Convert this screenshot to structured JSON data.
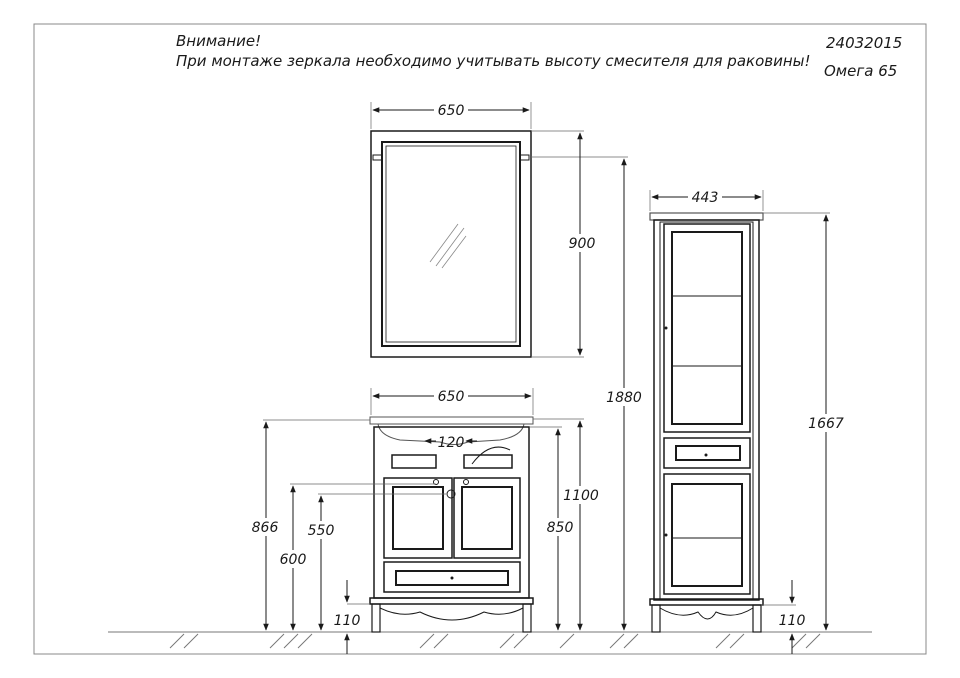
{
  "header": {
    "warning_title": "Внимание!",
    "warning_text": "При монтаже зеркала необходимо учитывать высоту смесителя для раковины!",
    "doc_number": "24032015",
    "model_name": "Омега  65"
  },
  "dimensions": {
    "mirror_width": "650",
    "mirror_height": "900",
    "vanity_width": "650",
    "faucet_spacing": "120",
    "mirror_top_height": "1880",
    "vanity_top_height": "1100",
    "vanity_height": "850",
    "basin_height": "866",
    "drain_height_600": "600",
    "drain_height_550": "550",
    "vanity_leg_height": "110",
    "cabinet_width": "443",
    "cabinet_height": "1667",
    "cabinet_leg_height": "110"
  }
}
